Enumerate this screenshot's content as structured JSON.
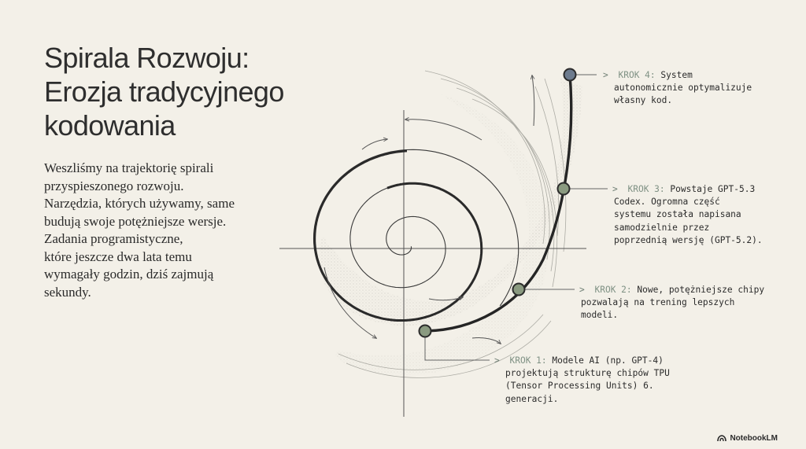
{
  "title_lines": [
    "Spirala Rozwoju:",
    "Erozja tradycyjnego",
    "kodowania"
  ],
  "intro_lines": [
    "Weszliśmy na trajektorię spirali",
    "przyspieszonego rozwoju.",
    "Narzędzia, których używamy, same",
    "budują swoje potężniejsze wersje.",
    "Zadania programistyczne,",
    "które jeszcze dwa lata temu",
    "wymagały godzin, dziś zajmują",
    "sekundy."
  ],
  "steps": [
    {
      "arrow": ">",
      "label": "KROK 4:",
      "lines": [
        "System",
        "autonomicznie optymalizuje",
        "własny kod."
      ]
    },
    {
      "arrow": ">",
      "label": "KROK 3:",
      "lines": [
        "Powstaje GPT-5.3",
        "Codex. Ogromna część",
        "systemu została napisana",
        "samodzielnie przez",
        "poprzednią wersję (GPT-5.2)."
      ]
    },
    {
      "arrow": ">",
      "label": "KROK 2:",
      "lines": [
        "Nowe, potężniejsze chipy",
        "pozwalają na trening lepszych",
        "modeli."
      ]
    },
    {
      "arrow": ">",
      "label": "KROK 1:",
      "lines": [
        "Modele AI (np. GPT-4)",
        "projektują strukturę chipów TPU",
        "(Tensor Processing Units) 6.",
        "generacji."
      ]
    }
  ],
  "brand": "NotebookLM",
  "colors": {
    "background": "#f3f0e8",
    "ink": "#2b2b2b",
    "node_fill": "#8a9a80",
    "node_top_fill": "#6d7b8e",
    "step_label": "#7f9184"
  }
}
